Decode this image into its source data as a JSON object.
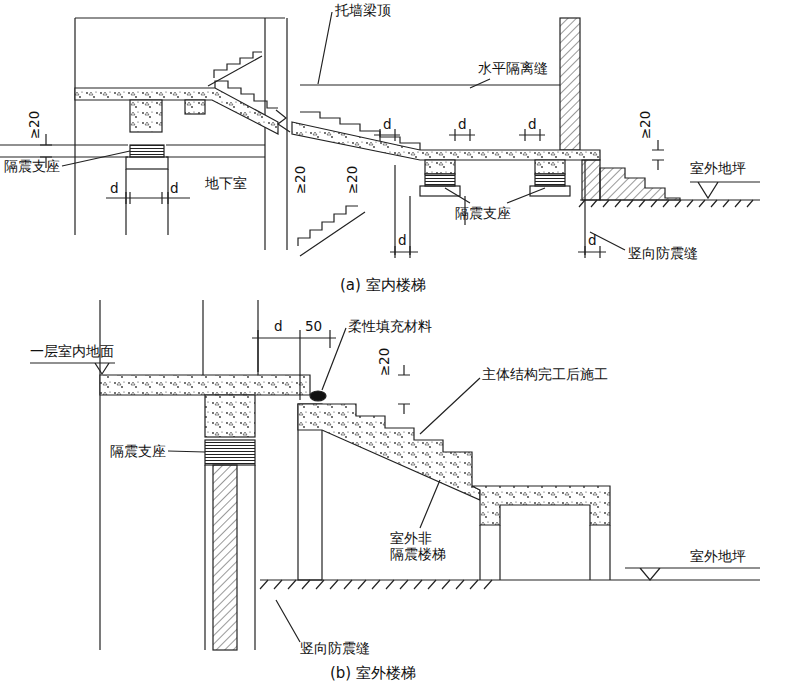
{
  "diagram": {
    "labels": [
      "托墙梁顶",
      "水平隔离缝",
      "≥20",
      "隔震支座",
      "d",
      "d",
      "地下室",
      "d",
      "d",
      "d",
      "≥20",
      "≥20",
      "≥20",
      "隔震支座",
      "室外地坪",
      "d",
      "d",
      "竖向防震缝",
      "(a) 室内楼梯",
      "d",
      "50",
      "柔性填充材料",
      "一层室内地面",
      "≥20",
      "主体结构完工后施工",
      "隔震支座",
      "室外非 隔震楼梯",
      "室外地坪",
      "竖向防震缝",
      "(b) 室外楼梯"
    ]
  }
}
